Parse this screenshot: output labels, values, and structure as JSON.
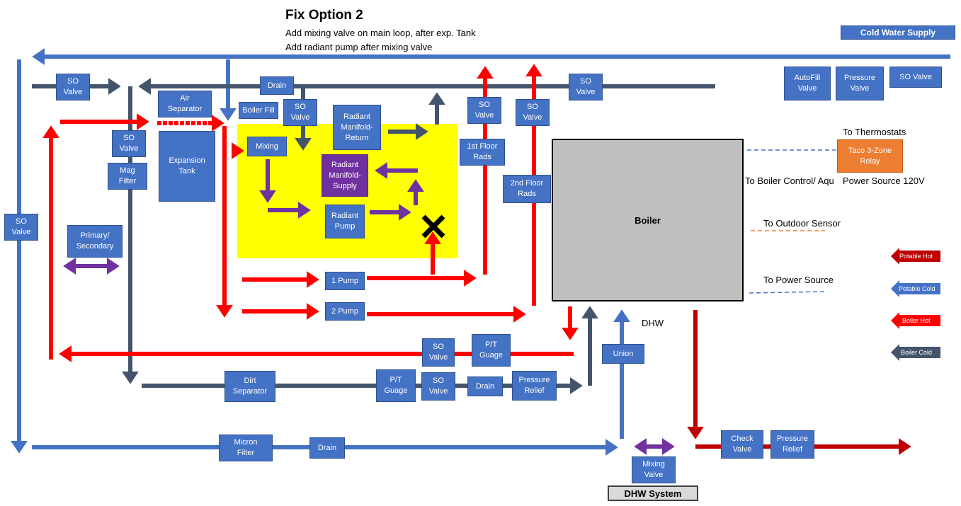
{
  "header": {
    "title": "Fix Option 2",
    "line1": "Add mixing valve on main loop, after exp. Tank",
    "line2": "Add radiant pump after mixing valve"
  },
  "cold_water_supply": "Cold Water Supply",
  "components": {
    "so_valve_top_left": "SO\nValve",
    "air_separator": "Air\nSeparator",
    "drain_top": "Drain",
    "boiler_fill": "Boiler Fill",
    "so_valve_fill": "SO\nValve",
    "radiant_manifold_return": "Radiant\nManifold-\nReturn",
    "so_valve_1st": "SO\nValve",
    "so_valve_2nd": "SO\nValve",
    "so_valve_top_right": "SO\nValve",
    "autofill_valve": "AutoFill\nValve",
    "pressure_valve": "Pressure\nValve",
    "so_valve_far_right": "SO Valve",
    "so_valve_left_col": "SO\nValve",
    "mag_filter": "Mag\nFilter",
    "expansion_tank": "Expansion\nTank",
    "mixing": "Mixing",
    "radiant_manifold_supply": "Radiant\nManifold-\nSupply",
    "first_floor_rads": "1st Floor\nRads",
    "second_floor_rads": "2nd Floor\nRads",
    "so_valve_far_left": "SO\nValve",
    "primary_secondary": "Primary/\nSecondary",
    "radiant_pump": "Radiant\nPump",
    "pump_1": "1 Pump",
    "pump_2": "2 Pump",
    "so_valve_return": "SO\nValve",
    "pt_gauge_return": "P/T\nGuage",
    "union": "Union",
    "dirt_separator": "Dirt\nSeparator",
    "pt_gauge_bottom": "P/T\nGuage",
    "so_valve_bottom": "SO\nValve",
    "drain_bottom": "Drain",
    "pressure_relief_bottom": "Pressure\nRelief",
    "micron_filter": "Micron\nFilter",
    "drain_cold": "Drain",
    "mixing_valve": "Mixing\nValve",
    "check_valve": "Check\nValve",
    "pressure_relief_dhw": "Pressure\nRelief",
    "boiler": "Boiler",
    "taco_relay": "Taco 3-Zone\nRelay",
    "dhw_system": "DHW System"
  },
  "labels": {
    "to_thermostats": "To Thermostats",
    "to_boiler_control": "To Boiler Control/ Aqu",
    "power_source_120v": "Power Source 120V",
    "to_outdoor_sensor": "To Outdoor Sensor",
    "to_power_source": "To Power Source",
    "dhw": "DHW"
  },
  "legend": [
    {
      "label": "Potable Hot",
      "color": "#c00000"
    },
    {
      "label": "Potable Cold",
      "color": "#4472c4"
    },
    {
      "label": "Boiler Hot",
      "color": "#ff0000"
    },
    {
      "label": "Boiler Cold",
      "color": "#44546a"
    }
  ],
  "colors": {
    "boiler_hot": "#ff0000",
    "potable_hot": "#c00000",
    "potable_cold": "#4472c4",
    "boiler_cold": "#44546a",
    "radiant_loop": "#7030a0",
    "highlight": "#ffff00"
  }
}
